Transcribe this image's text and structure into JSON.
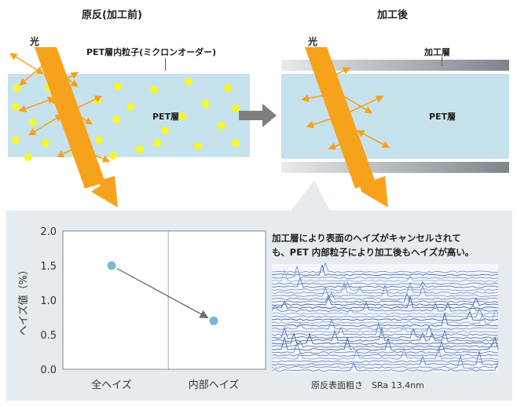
{
  "before": {
    "title": "原反(加工前)",
    "light_label": "光",
    "particle_label": "PET層内粒子(ミクロンオーダー)",
    "film_label": "PET層"
  },
  "after": {
    "title": "加工後",
    "light_label": "光",
    "coat_label": "加工層",
    "film_label": "PET層"
  },
  "colors": {
    "film": "#c6e2ec",
    "particle": "#f6f62a",
    "light_arrow": "#f7a21b",
    "scatter_arrow": "#f7a21b",
    "coat_layer": "#9aa0a6",
    "panel": "#e5ebef",
    "data_point": "#7ab8d0"
  },
  "note": {
    "line1": "加工層により表面のヘイズがキャンセルされて",
    "line2": "も、PET 内部粒子により加工後もヘイズが高い。"
  },
  "surface_caption": "原反表面粗さ　SRa 13.4nm",
  "chart_data": {
    "type": "scatter",
    "categories": [
      "全ヘイズ",
      "内部ヘイズ"
    ],
    "values": [
      1.5,
      0.7
    ],
    "ylabel": "ヘイズ値（%）",
    "ylim": [
      0,
      2.0
    ],
    "yticks": [
      "0.0",
      "0.5",
      "1.0",
      "1.5",
      "2.0"
    ],
    "grid": true
  }
}
